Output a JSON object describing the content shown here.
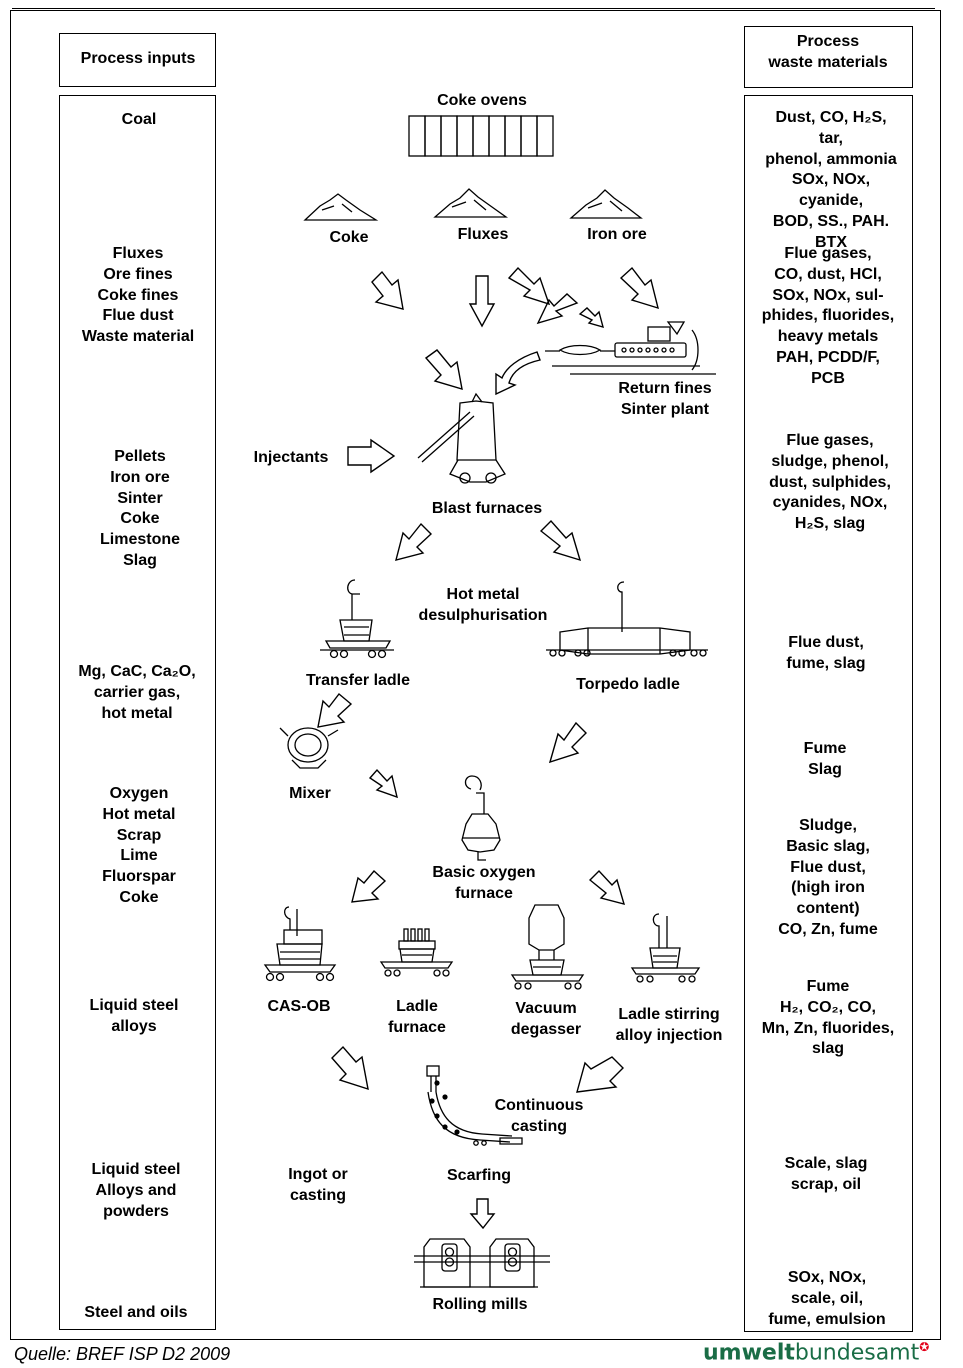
{
  "header": {
    "inputs_title": "Process inputs",
    "waste_title": "Process\nwaste materials"
  },
  "inputs": {
    "coal": "Coal",
    "fluxes": "Fluxes\nOre fines\nCoke fines\nFlue dust\nWaste material",
    "pellets": "Pellets\nIron ore\nSinter\nCoke\nLimestone\nSlag",
    "mg": "Mg, CaC, Ca₂O,\ncarrier gas,\nhot metal",
    "oxygen": "Oxygen\nHot metal\nScrap\nLime\nFluorspar\nCoke",
    "liquid1": "Liquid steel\nalloys",
    "liquid2": "Liquid steel\nAlloys and\npowders",
    "steel_oils": "Steel and oils"
  },
  "waste": {
    "w1": "Dust, CO, H₂S, tar,\nphenol, ammonia\nSOx, NOx, cyanide,\nBOD, SS., PAH. BTX",
    "w2": "Flue gases,\nCO, dust, HCl,\nSOx, NOx, sul-\nphides, fluorides,\nheavy metals\nPAH, PCDD/F,\nPCB",
    "w3": "Flue gases,\nsludge, phenol,\ndust, sulphides,\ncyanides, NOx,\nH₂S, slag",
    "w4": "Flue dust,\nfume, slag",
    "w5": "Fume\nSlag",
    "w6": "Sludge,\nBasic slag,\nFlue dust,\n(high iron content)\nCO, Zn, fume",
    "w7": "Fume\nH₂, CO₂, CO,\nMn, Zn, fluorides,\nslag",
    "w8": "Scale, slag\nscrap, oil",
    "w9": "SOx, NOx,\nscale, oil,\nfume, emulsion"
  },
  "process": {
    "coke_ovens": "Coke ovens",
    "coke": "Coke",
    "fluxes": "Fluxes",
    "iron_ore": "Iron ore",
    "return_fines": "Return fines\nSinter plant",
    "injectants": "Injectants",
    "blast_furnaces": "Blast furnaces",
    "hot_metal_desulph": "Hot metal\ndesulphurisation",
    "transfer_ladle": "Transfer ladle",
    "torpedo_ladle": "Torpedo ladle",
    "mixer": "Mixer",
    "bof": "Basic oxygen\nfurnace",
    "cas_ob": "CAS-OB",
    "ladle_furnace": "Ladle\nfurnace",
    "vacuum_degasser": "Vacuum\ndegasser",
    "ladle_stirring": "Ladle stirring\nalloy injection",
    "continuous_casting": "Continuous\ncasting",
    "ingot": "Ingot or\ncasting",
    "scarfing": "Scarfing",
    "rolling_mills": "Rolling mills"
  },
  "footer": {
    "source": "Quelle: BREF ISP D2 2009",
    "logo_bold": "umwelt",
    "logo_rest": "bundesamt"
  },
  "colors": {
    "logo_green": "#1a6d46",
    "logo_mark": "#e2001a"
  }
}
